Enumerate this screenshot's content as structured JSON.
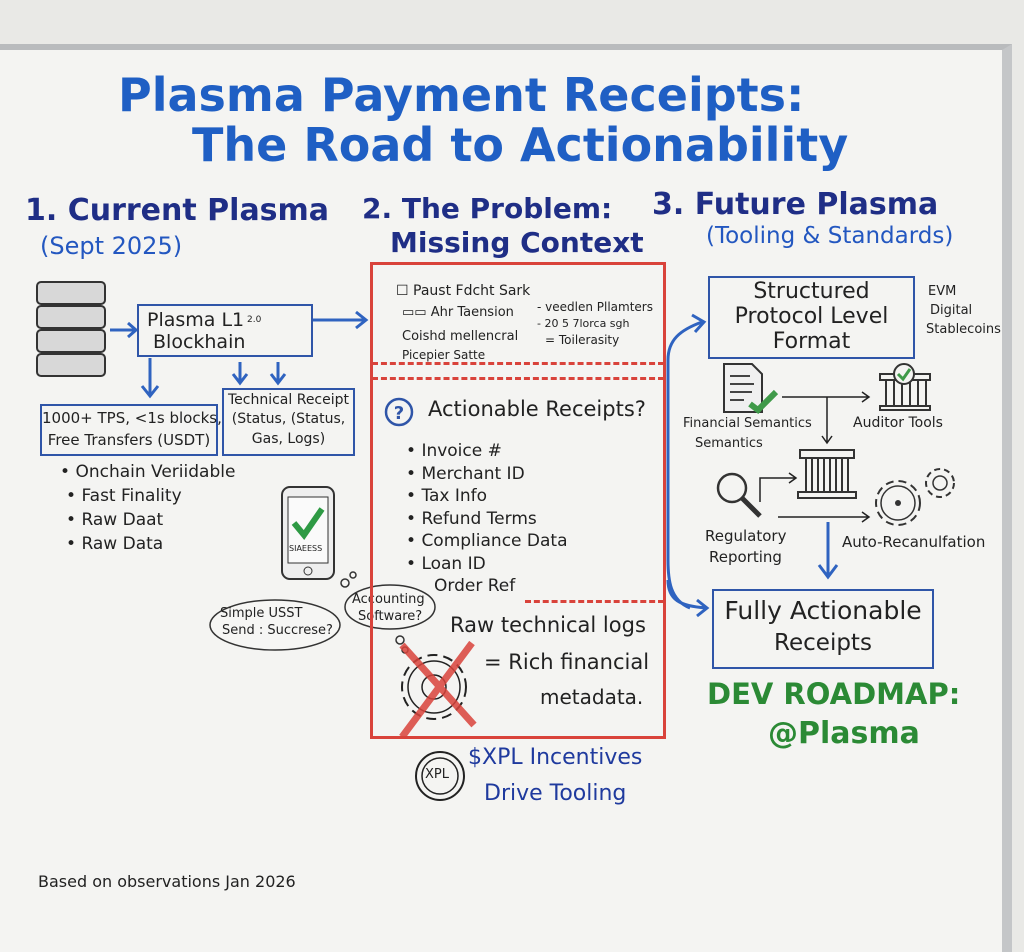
{
  "title": {
    "line1": "Plasma Payment Receipts:",
    "line2": "The Road to Actionability"
  },
  "col1": {
    "heading": "1. Current Plasma",
    "sub": "(Sept 2025)",
    "chain_box": {
      "line1": "Plasma L1",
      "note": "2.0",
      "line2": "Blockhain"
    },
    "stats_box": {
      "line1": "1000+ TPS, <1s blocks,",
      "line2": "Free Transfers (USDT)"
    },
    "receipt_box": {
      "line1": "Technical Receipt",
      "line2": "(Status, (Status,",
      "line3": "Gas, Logs)"
    },
    "bullets": [
      "Onchain Veriidable",
      "Fast Finality",
      "Raw Daat",
      "Raw Data"
    ],
    "phone_label": "SIAEESS",
    "cloud1": {
      "line1": "Simple USST",
      "line2": "Send : Succrese?"
    },
    "cloud2": {
      "line1": "Accounting",
      "line2": "Software?"
    }
  },
  "col2": {
    "heading1": "2. The Problem:",
    "heading2": "Missing Context",
    "garbled": [
      "Paust Fdcht Sark",
      "Ahr Taension",
      "Coishd mellencral",
      "Picepier Satte",
      "- veedlen Pllamters",
      "- 20 5 7lorca sgh",
      "= Toilerasity"
    ],
    "question": "Actionable Receipts?",
    "bullets": [
      "Invoice #",
      "Merchant ID",
      "Tax Info",
      "Refund Terms",
      "Compliance Data",
      "Loan ID",
      "Order Ref"
    ],
    "logs": {
      "line1": "Raw technical logs",
      "line2": "= Rich financial",
      "line3": "metadata."
    },
    "coin": "XPL",
    "incentive": {
      "line1": "$XPL Incentives",
      "line2": "Drive Tooling"
    }
  },
  "col3": {
    "heading": "3. Future Plasma",
    "sub": "(Tooling & Standards)",
    "structured": {
      "line1": "Structured",
      "line2": "Protocol Level",
      "line3": "Format"
    },
    "side_note": [
      "EVM",
      "Digital",
      "Stablecoins"
    ],
    "financial": {
      "line1": "Financial Semantics",
      "line2": "Semantics"
    },
    "auditor": "Auditor Tools",
    "regulatory": {
      "line1": "Regulatory",
      "line2": "Reporting"
    },
    "auto": "Auto-Recanulfation",
    "final": {
      "line1": "Fully Actionable",
      "line2": "Receipts"
    },
    "roadmap": {
      "line1": "DEV ROADMAP:",
      "line2": "@Plasma"
    }
  },
  "footer": "Based on observations Jan 2026"
}
